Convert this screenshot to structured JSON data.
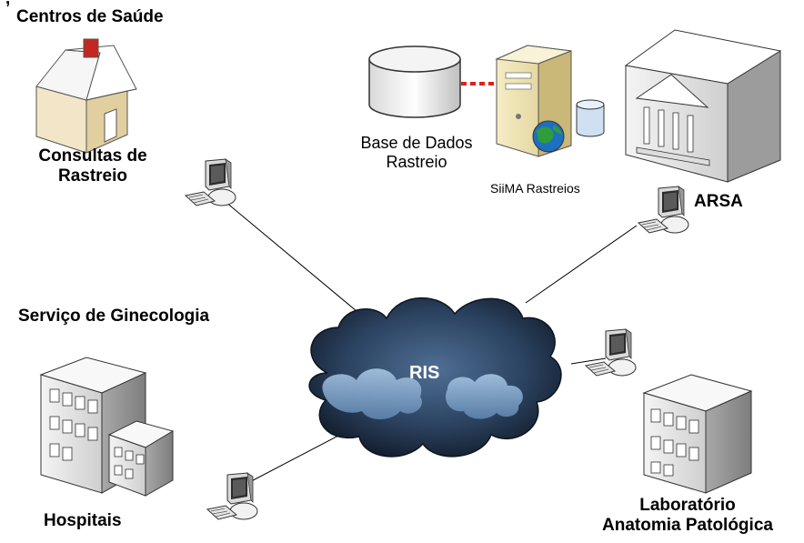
{
  "labels": {
    "centros": "Centros de Saúde",
    "consultas_line1": "Consultas de",
    "consultas_line2": "Rastreio",
    "base_line1": "Base de Dados",
    "base_line2": "Rastreio",
    "siima": "SiiMA Rastreios",
    "arsa": "ARSA",
    "servico": "Serviço de Ginecologia",
    "ris": "RIS",
    "hospitais": "Hospitais",
    "lab_line1": "Laboratório",
    "lab_line2": "Anatomia Patológica"
  },
  "colors": {
    "cloud_dark": "#1c2b3f",
    "cloud_mid": "#3a5879",
    "cloud_light": "#7ea3c9",
    "db_link": "#e0201c",
    "house_wall": "#f3e6c8",
    "house_roof": "#ffffff",
    "building": "#e8e8e8"
  }
}
